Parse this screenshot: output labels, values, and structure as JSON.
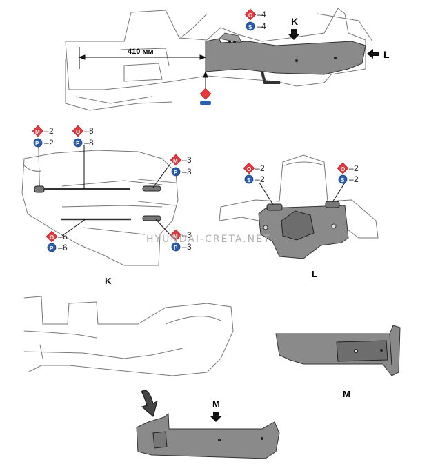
{
  "dimension": {
    "value": "410 мм"
  },
  "views": {
    "K": "K",
    "L": "L",
    "M": "M"
  },
  "legend_top": [
    {
      "symbol": "O",
      "value": "4",
      "color": "#e8383d"
    },
    {
      "symbol": "S",
      "value": "4",
      "color": "#2a5db0"
    }
  ],
  "legend_k": [
    {
      "symbol": "M",
      "value": "2",
      "color": "#e8383d"
    },
    {
      "symbol": "P",
      "value": "2",
      "color": "#2a5db0"
    },
    {
      "symbol": "O",
      "value": "8",
      "color": "#e8383d"
    },
    {
      "symbol": "P",
      "value": "8",
      "color": "#2a5db0"
    },
    {
      "symbol": "M",
      "value": "3",
      "color": "#e8383d"
    },
    {
      "symbol": "P",
      "value": "3",
      "color": "#2a5db0"
    },
    {
      "symbol": "O",
      "value": "6",
      "color": "#e8383d"
    },
    {
      "symbol": "P",
      "value": "6",
      "color": "#2a5db0"
    },
    {
      "symbol": "M",
      "value": "3",
      "color": "#e8383d"
    },
    {
      "symbol": "P",
      "value": "3",
      "color": "#2a5db0"
    }
  ],
  "legend_l": [
    {
      "symbol": "O",
      "value": "2",
      "color": "#e8383d"
    },
    {
      "symbol": "S",
      "value": "2",
      "color": "#2a5db0"
    },
    {
      "symbol": "O",
      "value": "2",
      "color": "#e8383d"
    },
    {
      "symbol": "S",
      "value": "2",
      "color": "#2a5db0"
    }
  ],
  "watermark": "HYUNDAI-CRETA.NET",
  "colors": {
    "part_fill": "#8a8a8a",
    "line": "#555555",
    "red": "#e8383d",
    "blue": "#2a5db0"
  }
}
